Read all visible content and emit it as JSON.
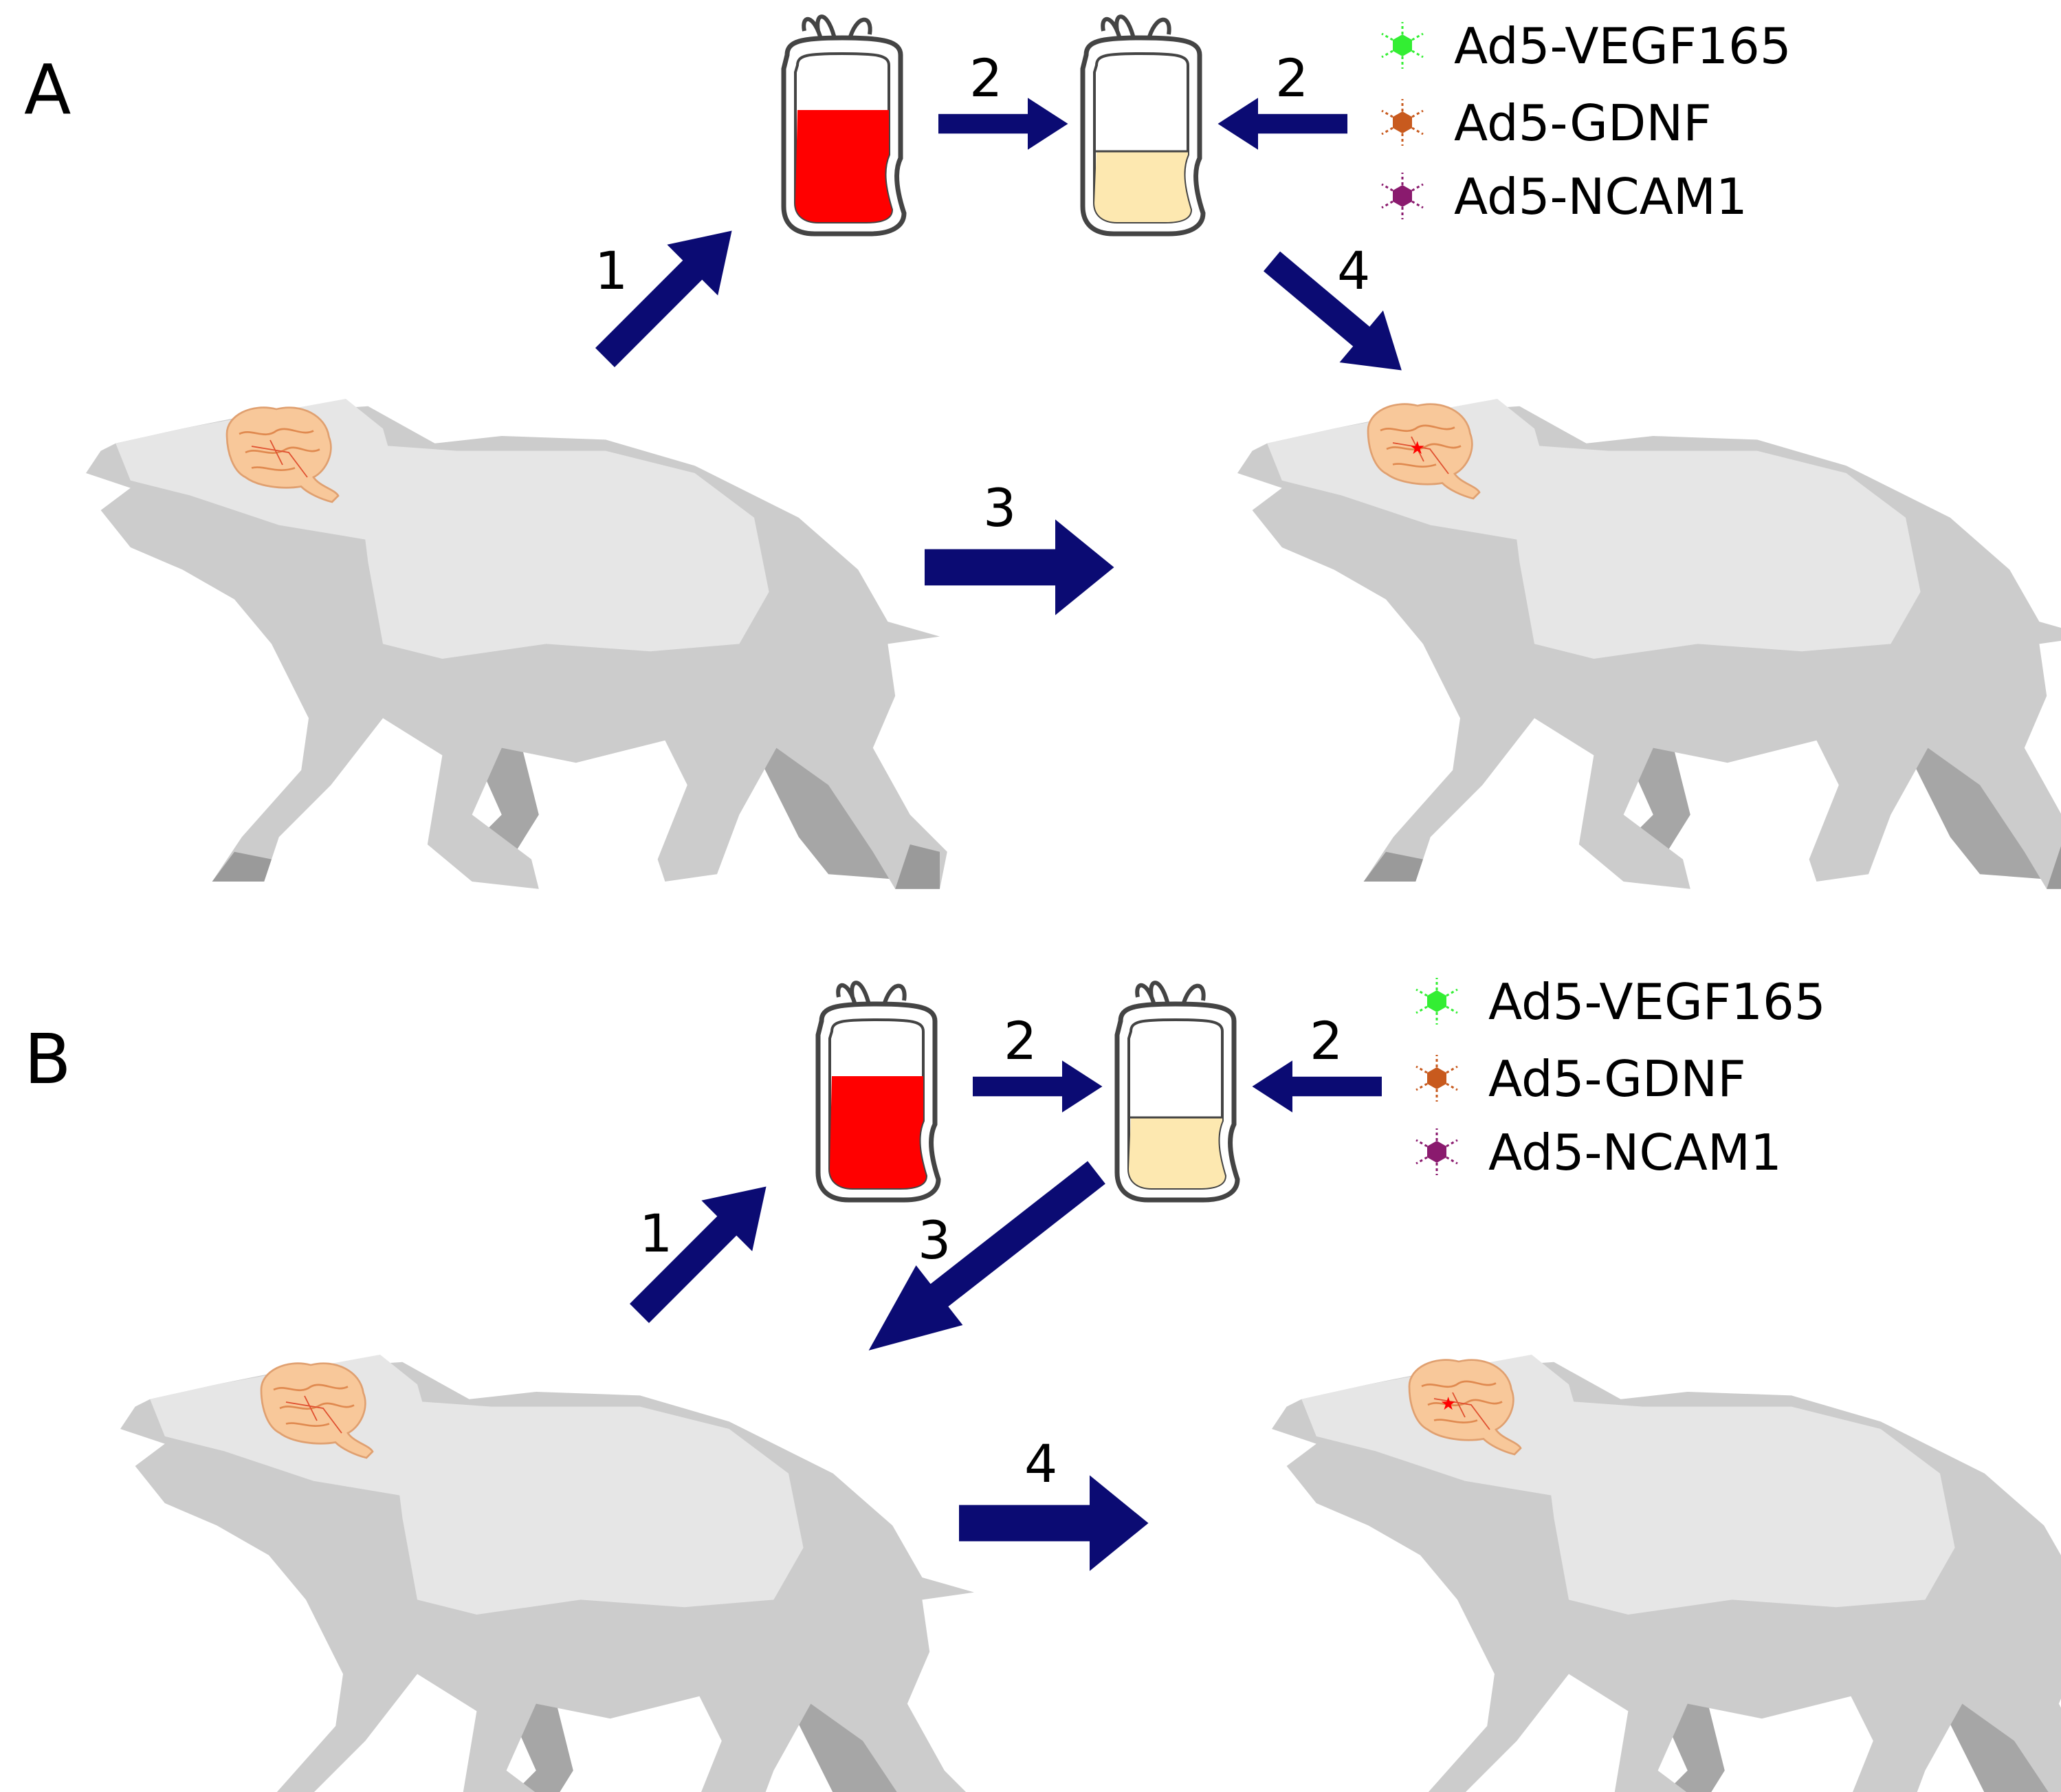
{
  "panels": [
    {
      "label": "A",
      "steps": {
        "s1": "1",
        "s2a": "2",
        "s2b": "2",
        "s3": "3",
        "s4": "4"
      },
      "legend": [
        "Ad5-VEGF165",
        "Ad5-GDNF",
        "Ad5-NCAM1"
      ]
    },
    {
      "label": "B",
      "steps": {
        "s1": "1",
        "s2a": "2",
        "s2b": "2",
        "s3": "3",
        "s4": "4"
      },
      "legend": [
        "Ad5-VEGF165",
        "Ad5-GDNF",
        "Ad5-NCAM1"
      ]
    }
  ],
  "colors": {
    "arrow": "#0b0b73",
    "blood": "#ff0000",
    "plasma": "#fde8b0",
    "pig_light": "#e6e6e6",
    "pig_mid": "#cccccc",
    "pig_dark": "#a6a6a6",
    "brain": "#f8c89a",
    "vegf": "#33ee33",
    "gdnf": "#c85a1e",
    "ncam": "#8a1a6e"
  },
  "icons": [
    "pig-silhouette",
    "brain-icon",
    "blood-bag-icon",
    "plasma-bag-icon",
    "virus-hexagon-icon"
  ]
}
